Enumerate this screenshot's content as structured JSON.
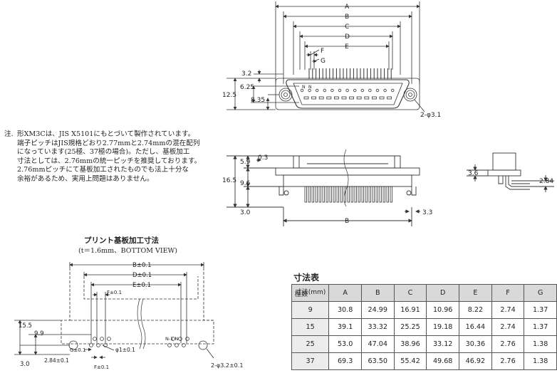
{
  "top_view": {
    "dim_labels": [
      "A",
      "B",
      "C",
      "D",
      "E",
      "F",
      "G"
    ],
    "side_dims": [
      "3.2",
      "6.25",
      "12.5",
      "8.35"
    ],
    "hole_label": "2-φ3.1",
    "pin_marks": [
      "N",
      "N"
    ]
  },
  "front_view": {
    "dims": [
      "5.9",
      "0.3",
      "16.5",
      "9.6",
      "3.0",
      "3.3"
    ],
    "b_label": "B"
  },
  "side_view": {
    "dims": [
      "3.6",
      "2.84"
    ]
  },
  "note": {
    "label": "注.",
    "lines": [
      "形XM3Cは、JIS X5101にもとづいて製作されています。",
      "端子ピッチはJIS規格どおり2.77mmと2.74mmの混在配列",
      "になっています(25極、37極の場合)。ただし、基板加工",
      "寸法としては、2.76mmの統一ピッチを推奨しております。",
      "2.76mmピッチにて基板加工されたものでも法上十分な",
      "余裕があるため、実用上問題はありません。"
    ]
  },
  "pcb": {
    "title": "プリント基板加工寸法",
    "subtitle": "(t＝1.6mm、BOTTOM VIEW)",
    "dim_b": "B±0.1",
    "dim_d": "D±0.1",
    "dim_e": "E±0.1",
    "dim_f_top": "F±0.1",
    "dim_f_bottom": "F±0.1",
    "dim_g": "G±0.1",
    "dim_155": "15.5",
    "dim_99": "9.9",
    "dim_284": "2.84±0.1",
    "dim_30": "3.0",
    "pin_hole": "φ1±0.1",
    "mount_hole": "2-φ3.2±0.1",
    "pin_marks": "N-1 N"
  },
  "table": {
    "title": "寸法表",
    "corner_top": "寸法(mm)",
    "corner_bottom": "極数",
    "headers": [
      "A",
      "B",
      "C",
      "D",
      "E",
      "F",
      "G"
    ],
    "rows": [
      {
        "pins": "9",
        "values": [
          "30.8",
          "24.99",
          "16.91",
          "10.96",
          "8.22",
          "2.74",
          "1.37"
        ]
      },
      {
        "pins": "15",
        "values": [
          "39.1",
          "33.32",
          "25.25",
          "19.18",
          "16.44",
          "2.74",
          "1.37"
        ]
      },
      {
        "pins": "25",
        "values": [
          "53.0",
          "47.04",
          "38.96",
          "33.12",
          "30.36",
          "2.76",
          "1.38"
        ]
      },
      {
        "pins": "37",
        "values": [
          "69.3",
          "63.50",
          "55.42",
          "49.68",
          "46.92",
          "2.76",
          "1.38"
        ]
      }
    ]
  }
}
